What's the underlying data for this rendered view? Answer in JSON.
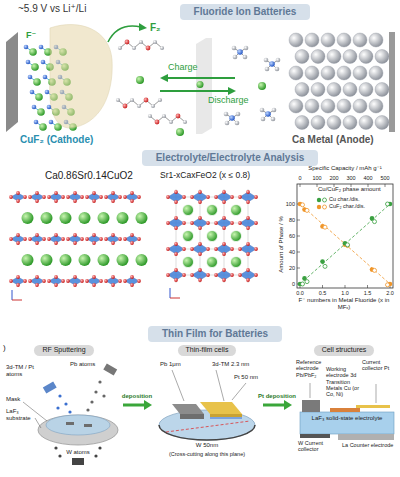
{
  "diagram": {
    "nodes": [
      {
        "text": [
          "Fluoride Ion Batteries"
        ]
      },
      {
        "text": [
          "Electrolyte/Electrolyte Analysis"
        ]
      },
      {
        "text": [
          "Thin Film for Batteries"
        ]
      },
      {
        "text": [
          "RF Sputtering"
        ]
      },
      {
        "text": [
          "Thin-film cells"
        ]
      },
      {
        "text": [
          "Cell structures"
        ]
      }
    ],
    "edges": [
      {
        "from": 3,
        "to": 4,
        "arrow": "to",
        "label": "deposition"
      },
      {
        "from": 4,
        "to": 5,
        "arrow": "to",
        "label": "Pt deposition"
      }
    ],
    "labels": [
      "~5.9 V vs Li⁺/Li",
      "F₂",
      "F⁻",
      "Charge",
      "Discharge",
      "CuF₂ (Cathode)",
      "Ca Metal (Anode)",
      "Ca0.86Sr0.14CuO2",
      "Sr1-xCaxFeO2 (x ≤ 0.8)",
      "Specific Capacity / mAh g⁻¹",
      "0",
      "100",
      "200",
      "300",
      "400",
      "500",
      "Cu/CuF₂ phase amount",
      "Amount of Phase / %",
      "0",
      "20",
      "40",
      "60",
      "80",
      "100",
      "0.0",
      "0.5",
      "1.0",
      "1.5",
      "2.0",
      "F⁻ numbers in Metal Fluoride (x in MFₓ)",
      ")",
      "Pb atoms",
      "3d-TM / Pt atoms",
      "Mask",
      "LaF₃ substrate",
      "W atoms",
      "Pb 1μm",
      "3d-TM 2.3 nm",
      "Pt 50 nm",
      "W 50nm",
      "(Cross-cutting along this plane)",
      "Reference electrode Pb/PbF₂",
      "Working electrode 3d Transition Metals Cu (or Co, Ni)",
      "Current collector Pt",
      "LaF₃ solid-state electrolyte",
      "W Current collector",
      "La Counter electrode"
    ],
    "legend": [
      {
        "text": "Cu char./dis."
      },
      {
        "text": "CuF₂ char./dis."
      }
    ]
  }
}
